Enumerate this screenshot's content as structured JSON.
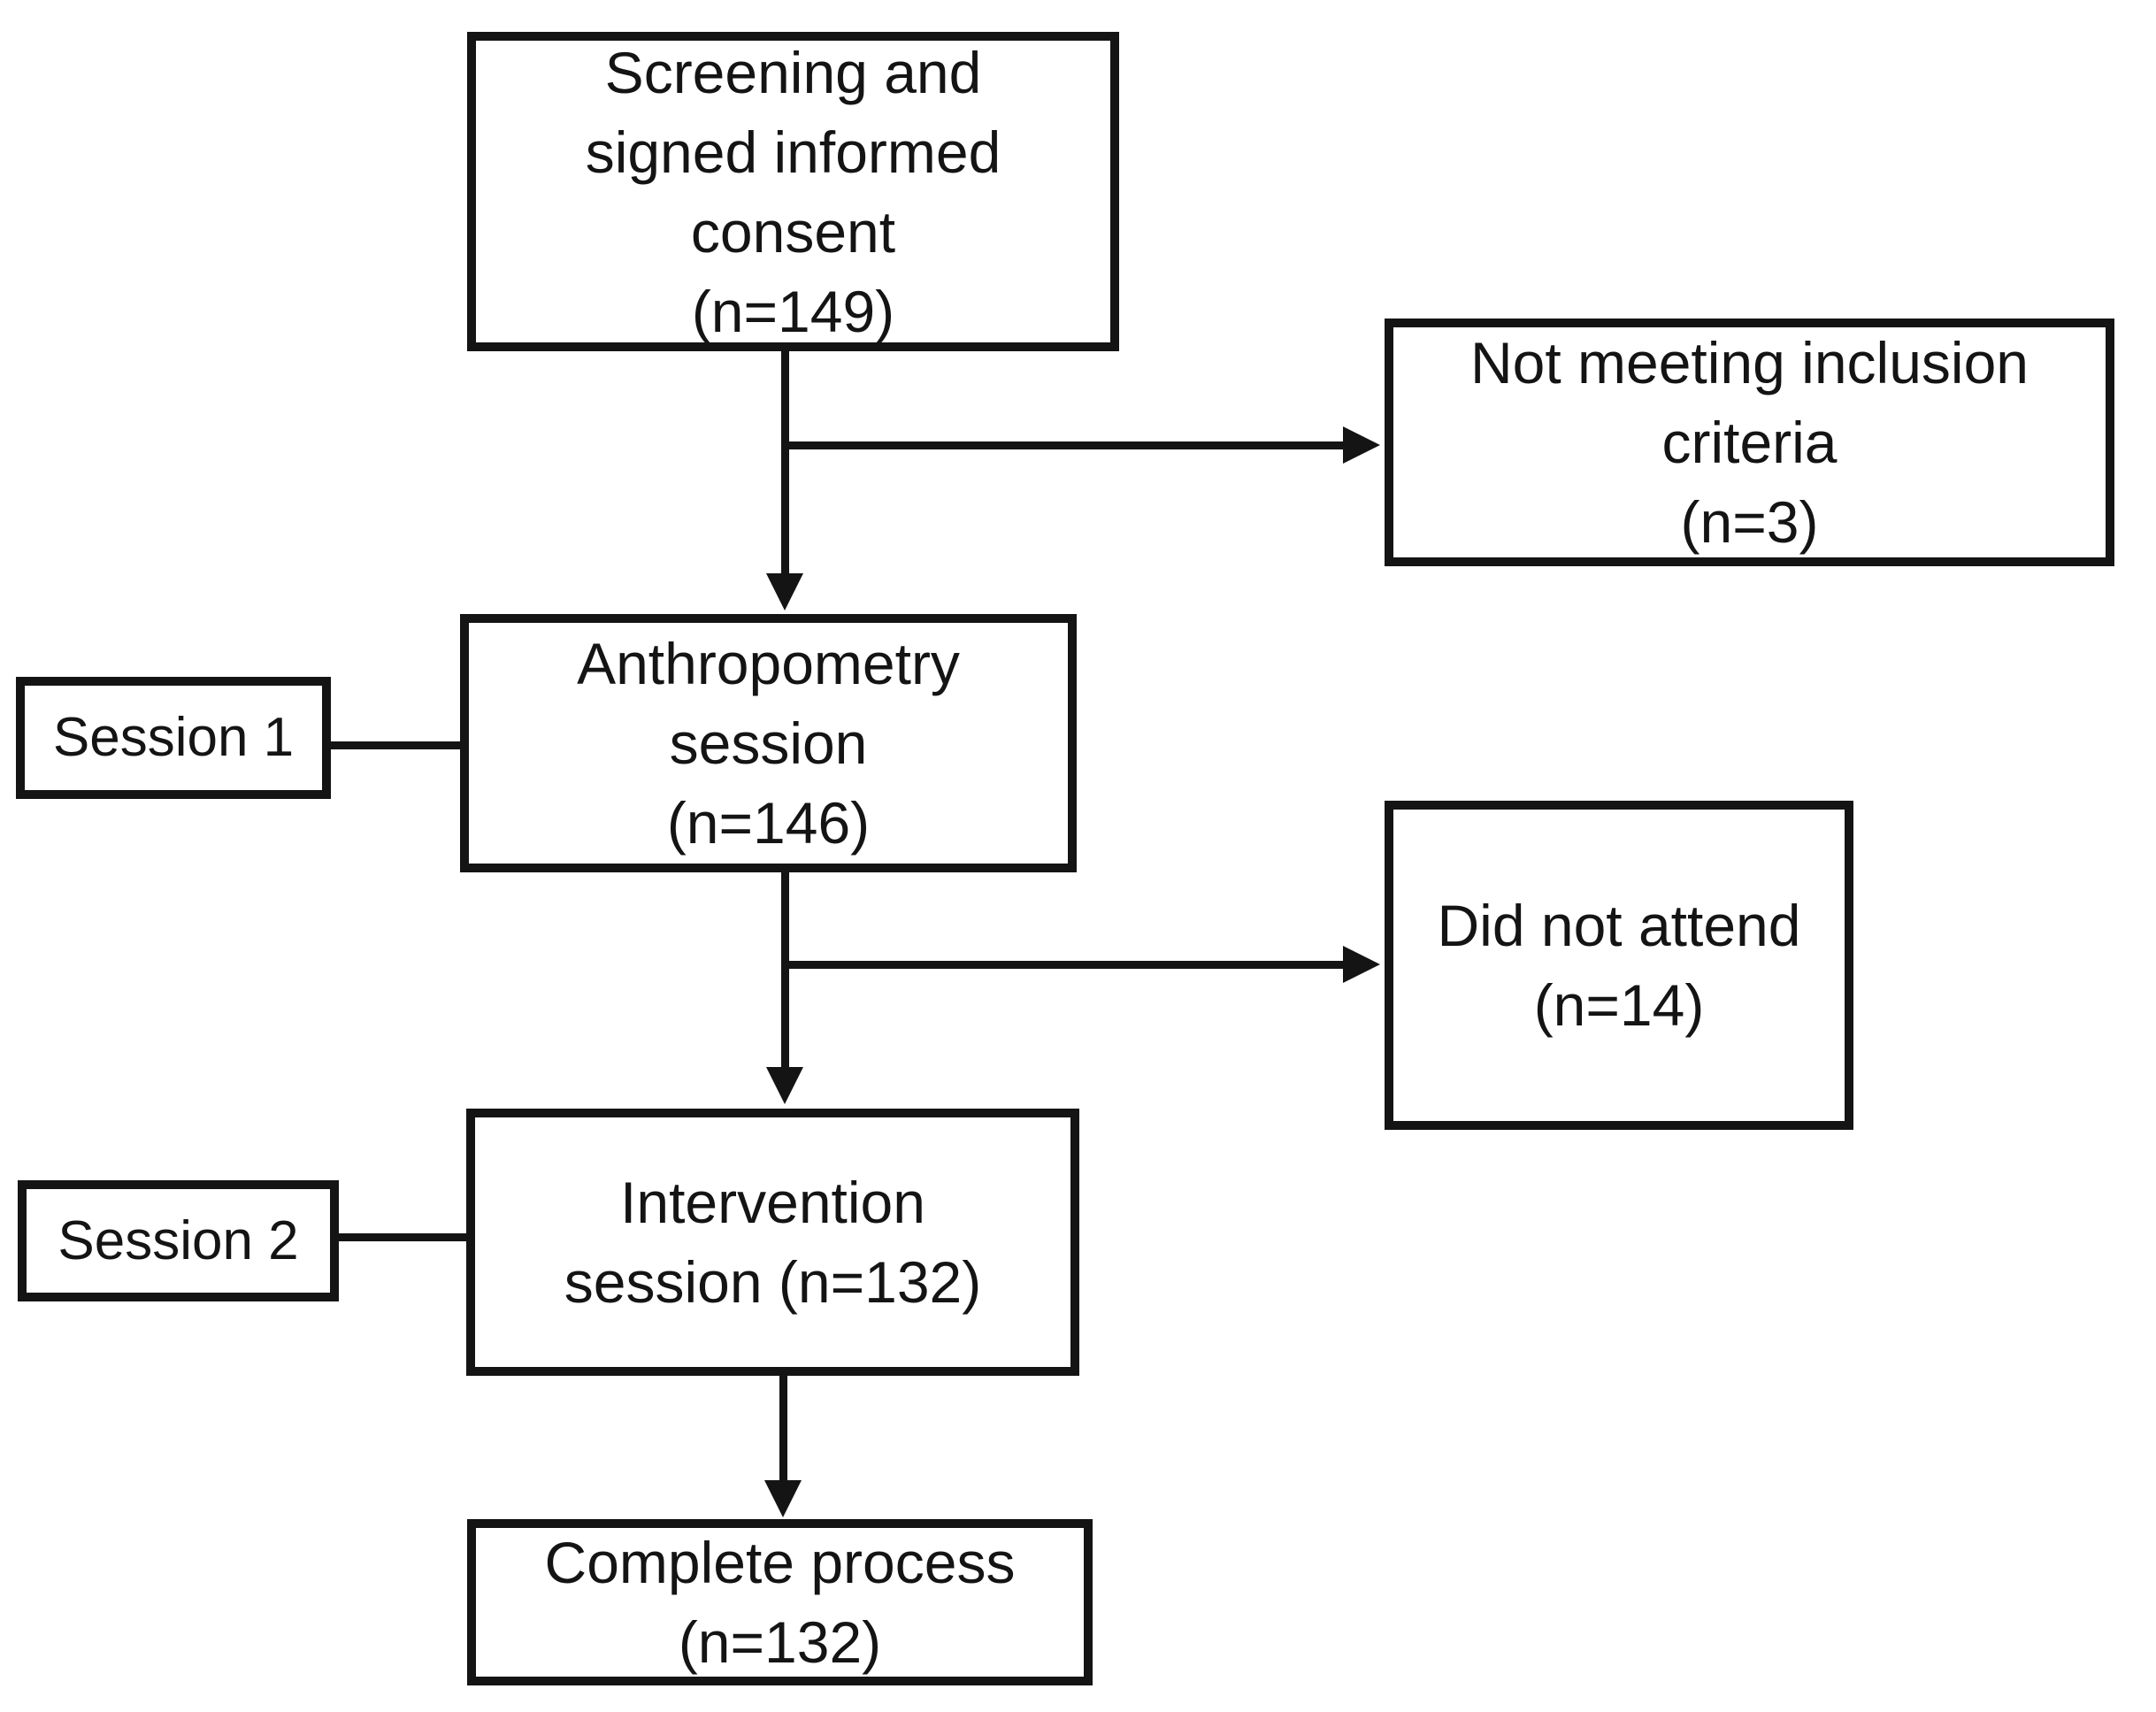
{
  "diagram": {
    "type": "flowchart",
    "background_color": "#ffffff",
    "stroke_color": "#141414",
    "nodes": {
      "screening": {
        "lines": [
          "Screening and",
          "signed informed",
          "consent",
          "(n=149)"
        ],
        "n": 149
      },
      "not_meeting": {
        "lines": [
          "Not meeting inclusion",
          "criteria",
          "(n=3)"
        ],
        "n": 3
      },
      "session1": {
        "lines": [
          "Session 1"
        ]
      },
      "anthropometry": {
        "lines": [
          "Anthropometry",
          "session",
          "(n=146)"
        ],
        "n": 146
      },
      "did_not_attend": {
        "lines": [
          "Did not attend",
          "(n=14)"
        ],
        "n": 14
      },
      "session2": {
        "lines": [
          "Session 2"
        ]
      },
      "intervention": {
        "lines": [
          "Intervention",
          "session (n=132)"
        ],
        "n": 132
      },
      "complete": {
        "lines": [
          "Complete process",
          "(n=132)"
        ],
        "n": 132
      }
    },
    "edges": [
      {
        "from": "screening",
        "to": "anthropometry",
        "type": "arrow"
      },
      {
        "from": "screening",
        "to": "not_meeting",
        "type": "arrow-branch"
      },
      {
        "from": "session1",
        "to": "anthropometry",
        "type": "plain"
      },
      {
        "from": "anthropometry",
        "to": "intervention",
        "type": "arrow"
      },
      {
        "from": "anthropometry",
        "to": "did_not_attend",
        "type": "arrow-branch"
      },
      {
        "from": "session2",
        "to": "intervention",
        "type": "plain"
      },
      {
        "from": "intervention",
        "to": "complete",
        "type": "arrow"
      }
    ]
  }
}
